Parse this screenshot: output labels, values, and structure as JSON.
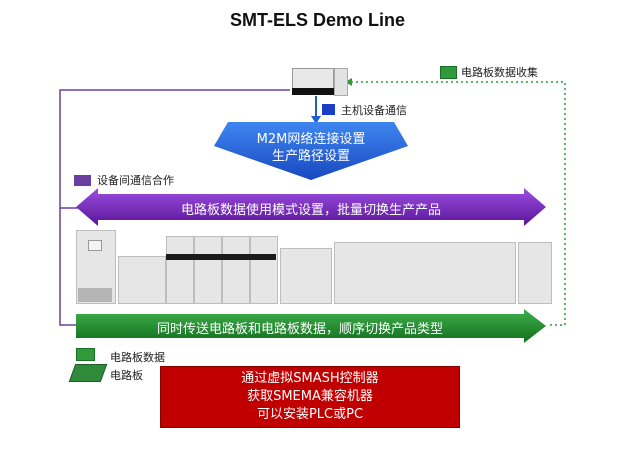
{
  "title": "SMT-ELS Demo Line",
  "labels": {
    "board_data_collection": "电路板数据收集",
    "host_comm": "主机设备通信",
    "m2m_line1": "M2M网络连接设置",
    "m2m_line2": "生产路径设置",
    "inter_device_comm": "设备间通信合作",
    "purple_bar": "电路板数据使用模式设置，批量切换生产产品",
    "green_bar": "同时传送电路板和电路板数据，顺序切换产品类型",
    "board_data": "电路板数据",
    "board": "电路板",
    "red_line1": "通过虚拟SMASH控制器",
    "red_line2": "获取SMEMA兼容机器",
    "red_line3": "可以安装PLC或PC"
  },
  "colors": {
    "purple": "#6a1fb0",
    "green": "#1e8a2a",
    "blue": "#1f5fd6",
    "red": "#c00000",
    "connector_purple": "#6b3fa0",
    "connector_green": "#2e9a3a"
  }
}
